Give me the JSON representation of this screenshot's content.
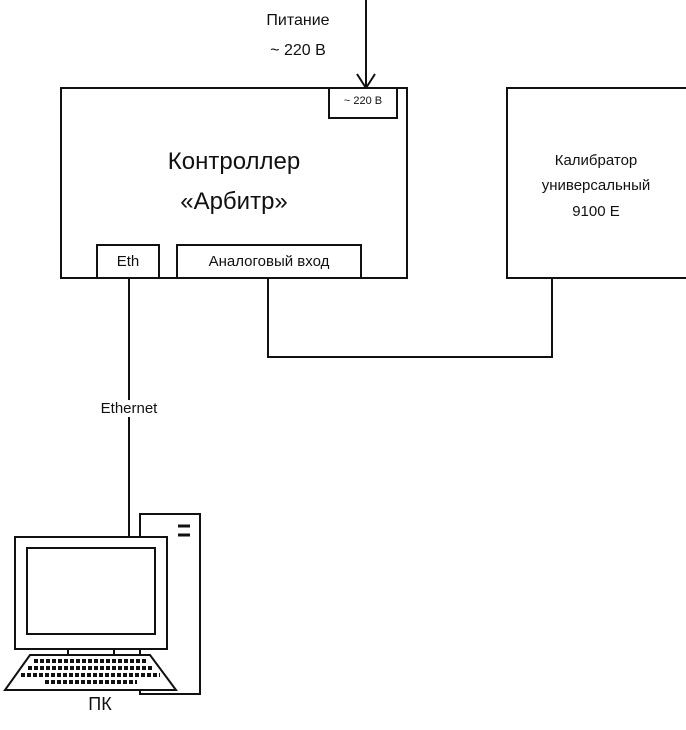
{
  "power": {
    "title": "Питание",
    "voltage": "~ 220 В",
    "port_label": "~ 220 В"
  },
  "controller": {
    "name_line1": "Контроллер",
    "name_line2": "«Арбитр»",
    "port_eth": "Eth",
    "port_analog": "Аналоговый вход"
  },
  "calibrator": {
    "line1": "Калибратор",
    "line2": "универсальный",
    "line3": "9100 Е"
  },
  "link": {
    "ethernet_label": "Ethernet"
  },
  "pc": {
    "label": "ПК"
  }
}
